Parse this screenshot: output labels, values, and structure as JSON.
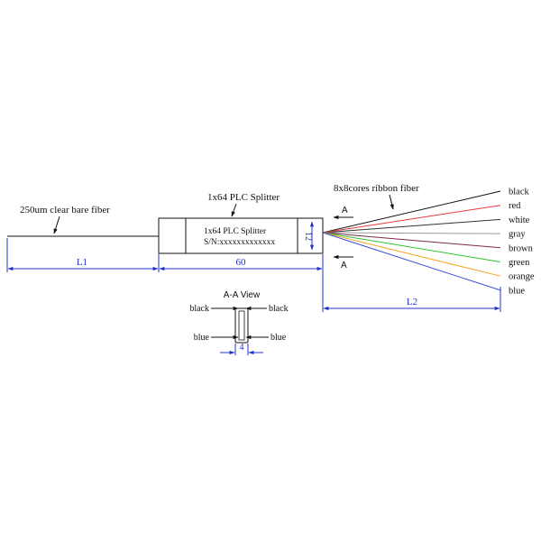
{
  "labels": {
    "bare_fiber": "250um clear bare fiber",
    "splitter_callout": "1x64 PLC Splitter",
    "ribbon_fiber": "8x8cores ribbon fiber",
    "section_marker": "A",
    "view_title": "A-A View"
  },
  "splitter_body": {
    "line1": "1x64 PLC Splitter",
    "line2": "S/N:xxxxxxxxxxxxx"
  },
  "dimensions": {
    "l1": "L1",
    "body_length": "60",
    "l2": "L2",
    "height": "12",
    "width": "4"
  },
  "fibers": [
    {
      "name": "black",
      "color": "#111111"
    },
    {
      "name": "red",
      "color": "#e8383d"
    },
    {
      "name": "white",
      "color": "#333333"
    },
    {
      "name": "gray",
      "color": "#9a9a9a"
    },
    {
      "name": "brown",
      "color": "#7b2a4a"
    },
    {
      "name": "green",
      "color": "#2ec42e"
    },
    {
      "name": "orange",
      "color": "#f5a623"
    },
    {
      "name": "blue",
      "color": "#3a4fd6"
    }
  ],
  "view_labels": {
    "top_left": "black",
    "top_right": "black",
    "bottom_left": "blue",
    "bottom_right": "blue"
  },
  "colors": {
    "dimension": "#2233cc",
    "outline": "#111111"
  }
}
